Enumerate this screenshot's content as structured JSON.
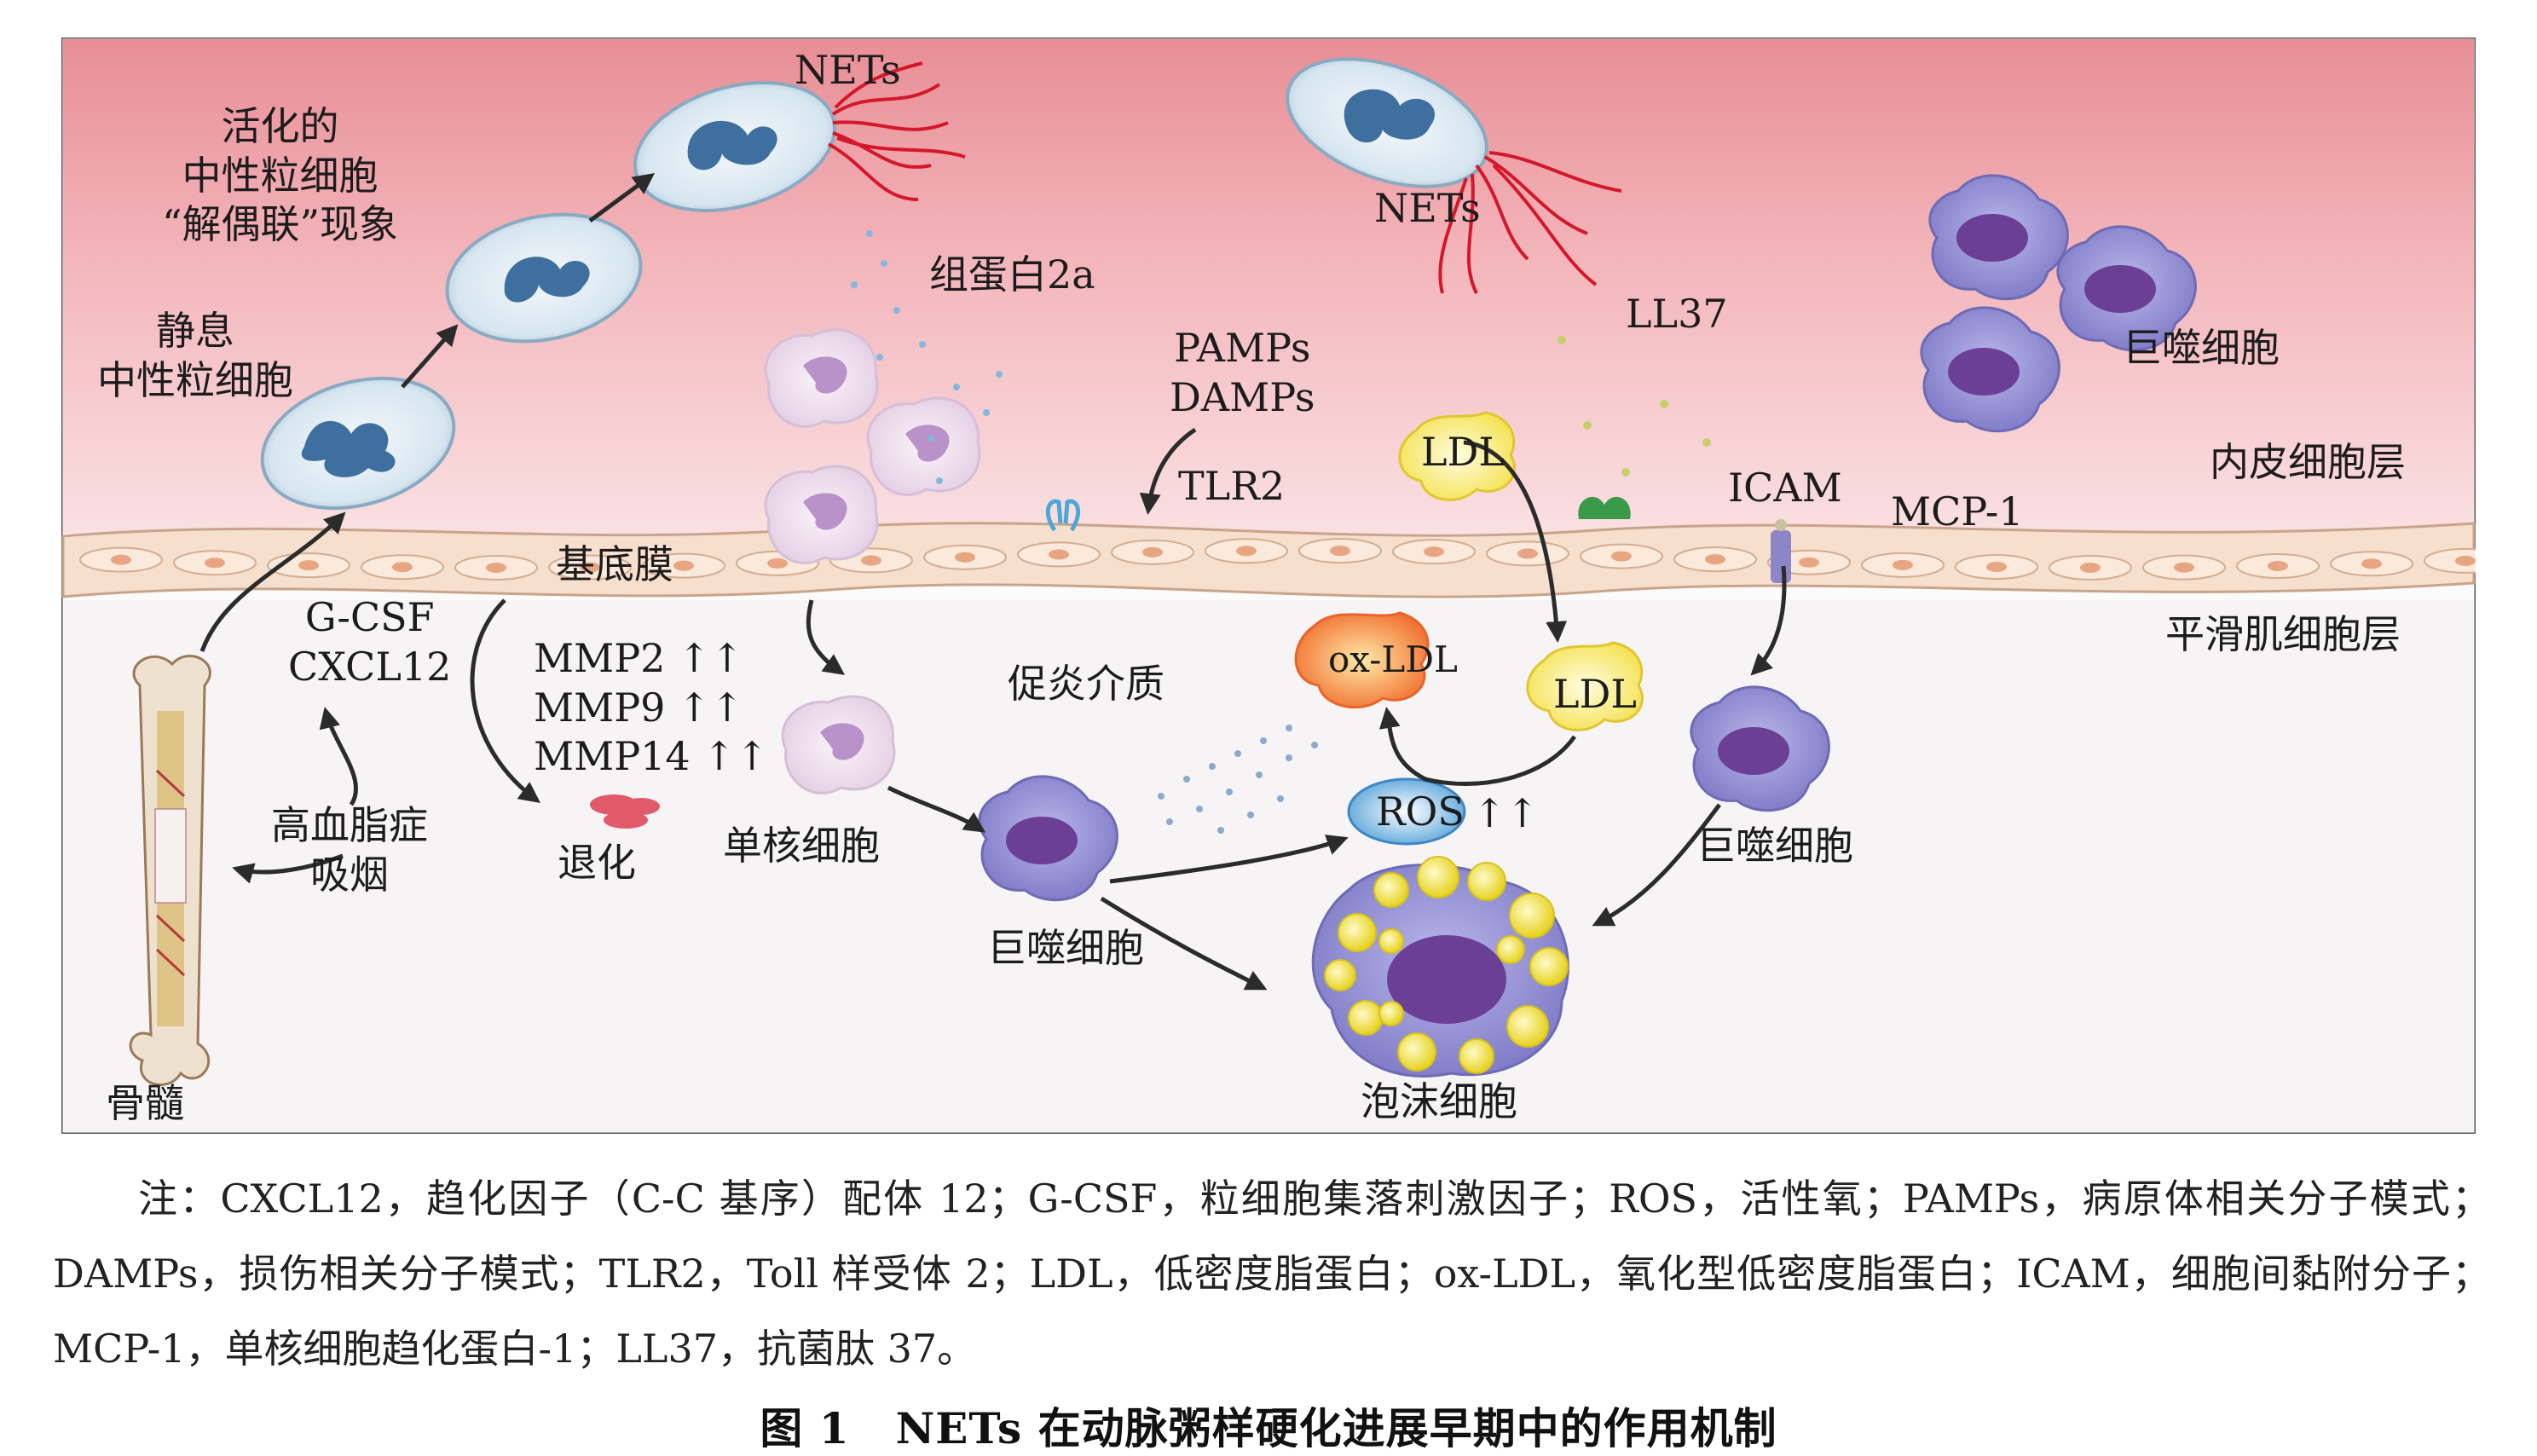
{
  "colors": {
    "lumen_top": "#e9939a",
    "lumen_mid": "#f6c9cd",
    "intima": "#f8f5f5",
    "endothelium": "#f5dcc8",
    "arrow": "#2b2b2b",
    "nets_red": "#d4182a",
    "macrophage": "#8e8bd0",
    "foam_lipid": "#f0e04a"
  },
  "icons": [
    "neutrophil-icon",
    "monocyte-icon",
    "macrophage-icon",
    "foam-cell-icon",
    "bone-marrow-icon",
    "ldl-particle-icon",
    "ros-icon",
    "tlr2-receptor-icon",
    "icam-icon",
    "mcp1-receptor-icon",
    "degraded-matrix-icon"
  ],
  "labels": {
    "activated_neutrophil": [
      "活化的",
      "中性粒细胞",
      "“解偶联”现象"
    ],
    "resting_neutrophil": [
      "静息",
      "中性粒细胞"
    ],
    "nets_left": "NETs",
    "nets_right": "NETs",
    "histone": "组蛋白2a",
    "pamps": "PAMPs",
    "damps": "DAMPs",
    "tlr2": "TLR2",
    "ll37": "LL37",
    "macrophage_top": "巨噬细胞",
    "ldl_top": "LDL",
    "icam": "ICAM",
    "mcp1": "MCP-1",
    "endothelial_layer": "内皮细胞层",
    "basement_membrane": "基底膜",
    "smooth_muscle_layer": "平滑肌细胞层",
    "gcsf": "G-CSF",
    "cxcl12": "CXCL12",
    "mmp2": "MMP2 ↑↑",
    "mmp9": "MMP9 ↑↑",
    "mmp14": "MMP14 ↑↑",
    "degeneration": "退化",
    "hyperlipidemia": [
      "高血脂症",
      "吸烟"
    ],
    "monocyte": "单核细胞",
    "proinflammatory": "促炎介质",
    "oxldl": "ox-LDL",
    "ldl_mid": "LDL",
    "ros": "ROS",
    "ros_up": "↑↑",
    "macrophage_mid": "巨噬细胞",
    "macrophage_right": "巨噬细胞",
    "foam_cell": "泡沫细胞",
    "bone_marrow": "骨髓"
  },
  "caption": {
    "note": "注：CXCL12，趋化因子（C-C 基序）配体 12；G-CSF，粒细胞集落刺激因子；ROS，活性氧；PAMPs，病原体相关分子模式；DAMPs，损伤相关分子模式；TLR2，Toll 样受体 2；LDL，低密度脂蛋白；ox-LDL，氧化型低密度脂蛋白；ICAM，细胞间黏附分子；MCP-1，单核细胞趋化蛋白-1；LL37，抗菌肽 37。",
    "figure_number": "图 1",
    "figure_title": "NETs 在动脉粥样硬化进展早期中的作用机制"
  }
}
